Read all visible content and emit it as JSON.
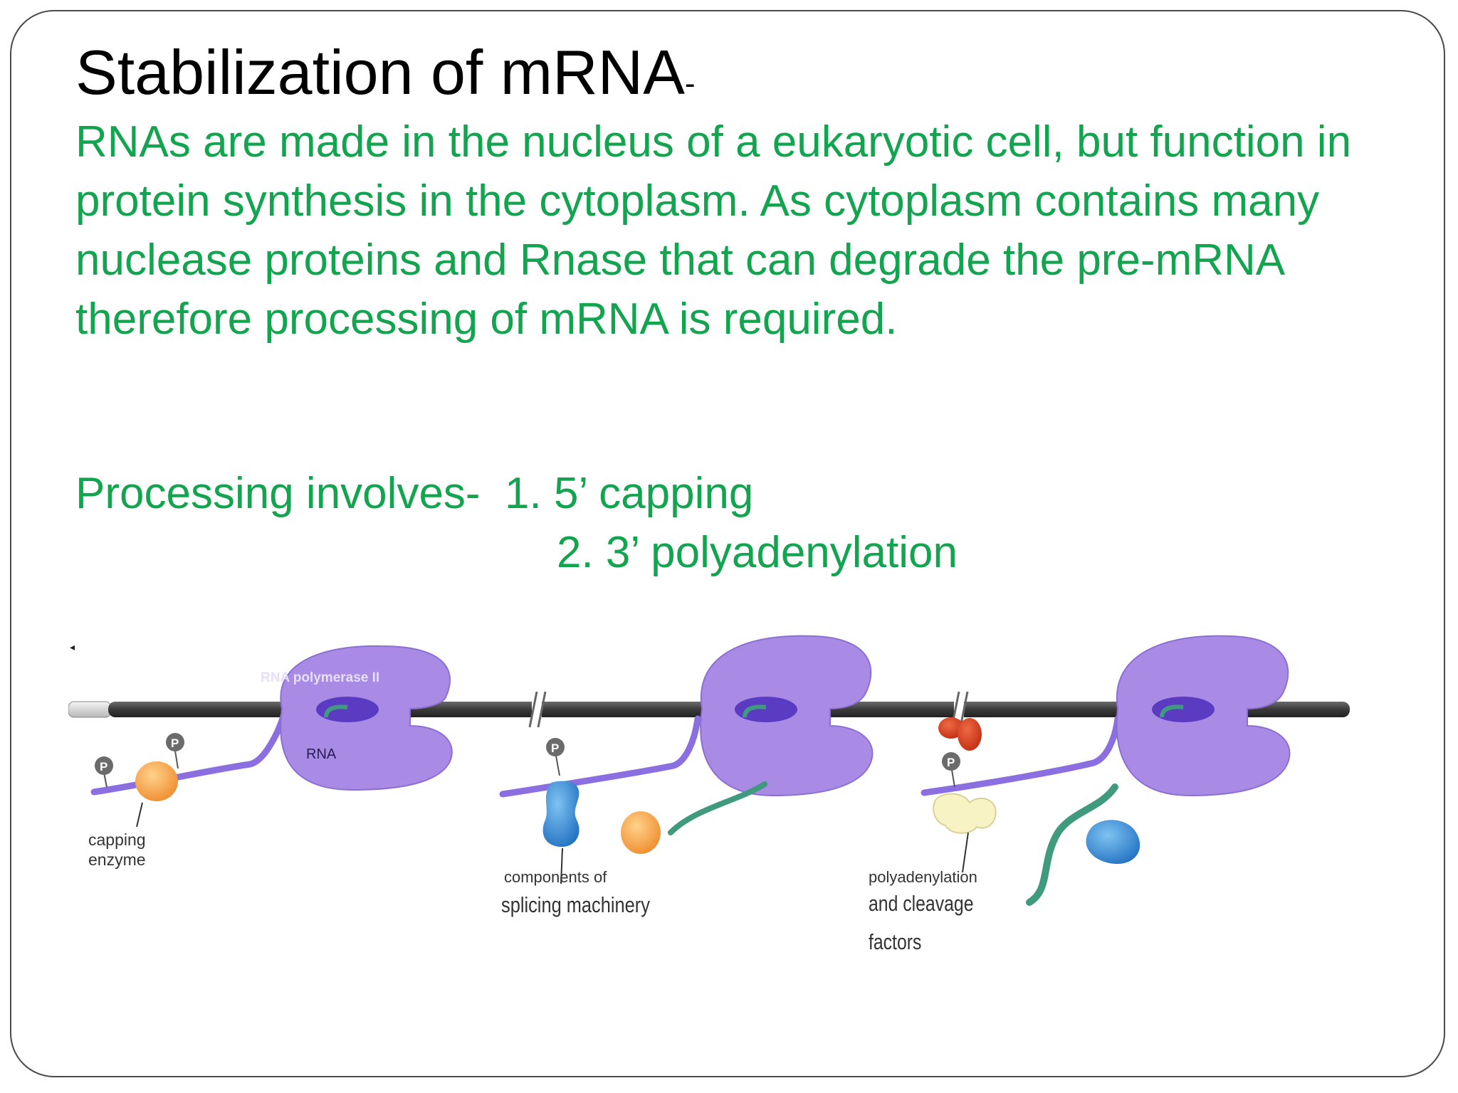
{
  "slide": {
    "title": "Stabilization of mRNA",
    "title_suffix": "-",
    "paragraph": "RNAs are made in the nucleus of a eukaryotic cell, but function in protein synthesis in the cytoplasm. As cytoplasm contains many nuclease proteins and Rnase that can degrade the pre-mRNA therefore processing of mRNA is required.",
    "processing_label": "Processing involves-",
    "processing_items": [
      "1. 5’ capping",
      "2. 3’ polyadenylation"
    ]
  },
  "figure": {
    "polymerase_label": "RNA polymerase II",
    "rna_label": "RNA",
    "phosphate_label": "P",
    "capping_label_line1": "capping",
    "capping_label_line2": "enzyme",
    "splicing_label_line1": "components of",
    "splicing_label_line2": "splicing machinery",
    "polya_label_line1": "polyadenylation",
    "polya_label_line2": "and cleavage",
    "polya_label_line3": "factors",
    "colors": {
      "title": "#000000",
      "body_text": "#12a44e",
      "polymerase": "#a98be6",
      "dna": "#4a4a4a",
      "ctd_tail": "#8b6fe0",
      "rna": "#3f9a7e",
      "capping_enzyme": "#f4a64a",
      "splicing": "#3f8fd6",
      "cleavage": "#d9381e",
      "polya_factor": "#f7f3c4",
      "phosphate": "#6b6b6b"
    }
  }
}
